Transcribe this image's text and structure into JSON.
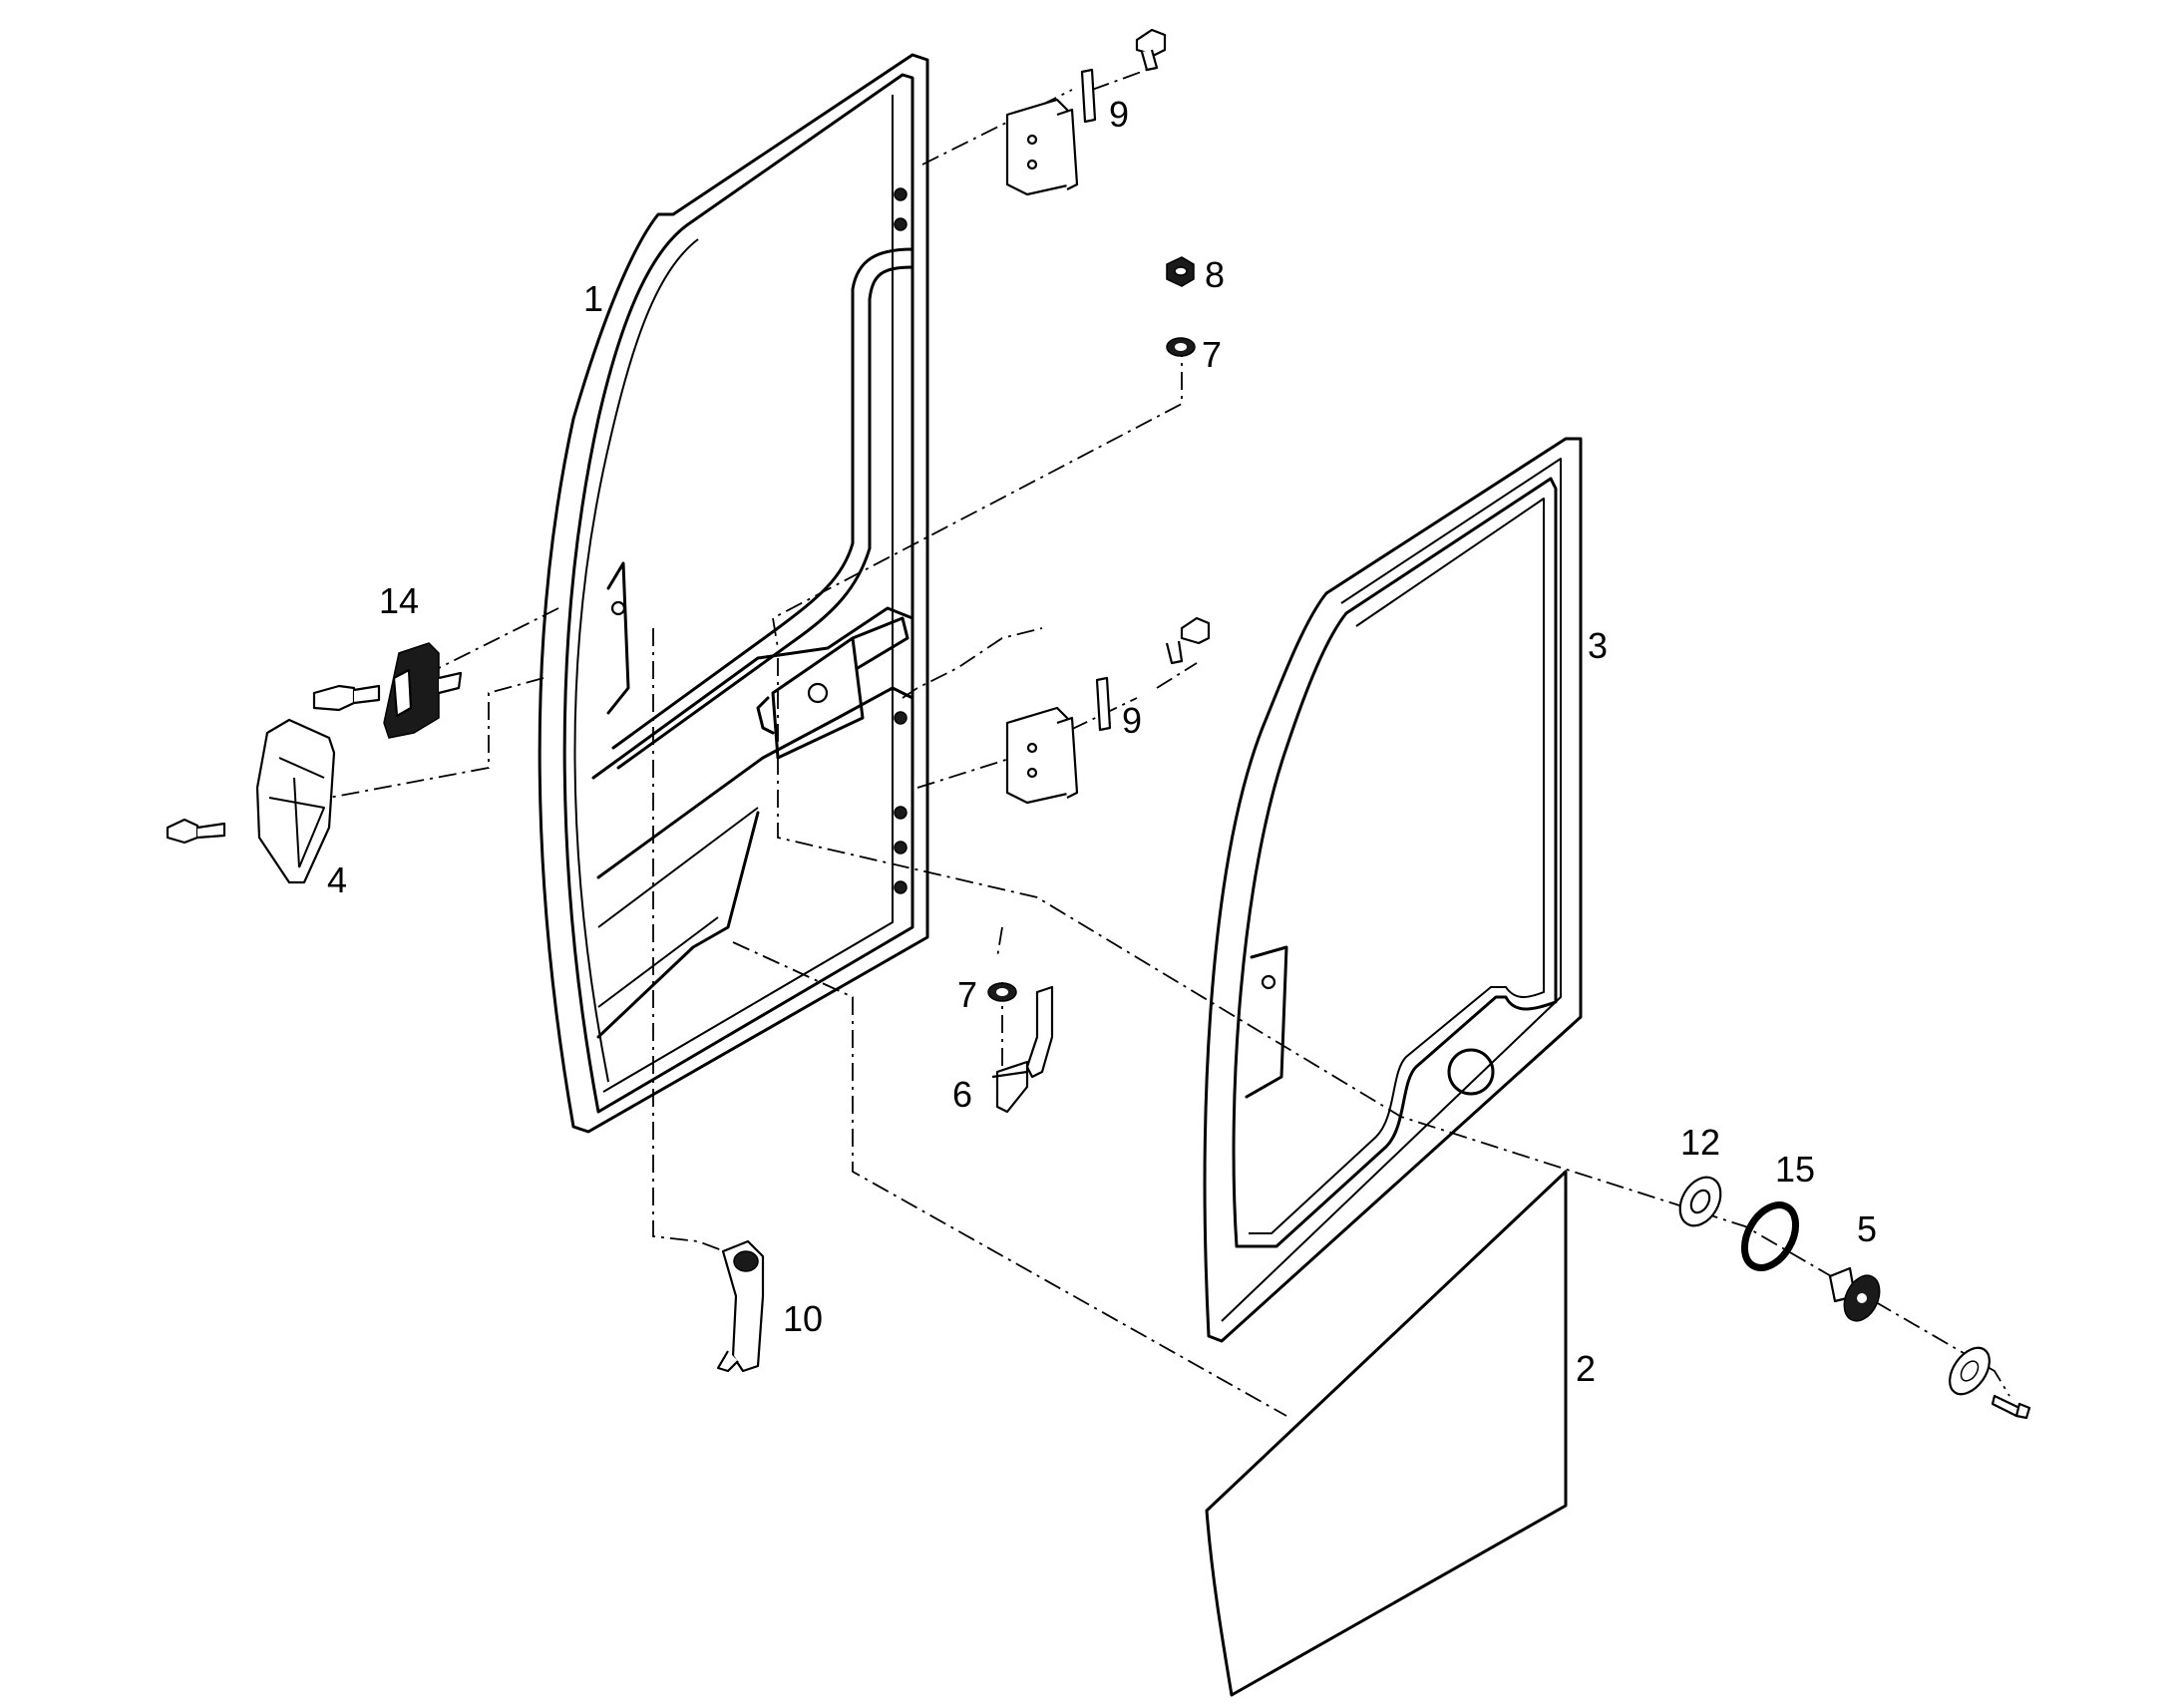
{
  "callouts": [
    "1",
    "2",
    "3",
    "4",
    "5",
    "6",
    "7",
    "7",
    "8",
    "9",
    "9",
    "10",
    "12",
    "14",
    "15"
  ]
}
